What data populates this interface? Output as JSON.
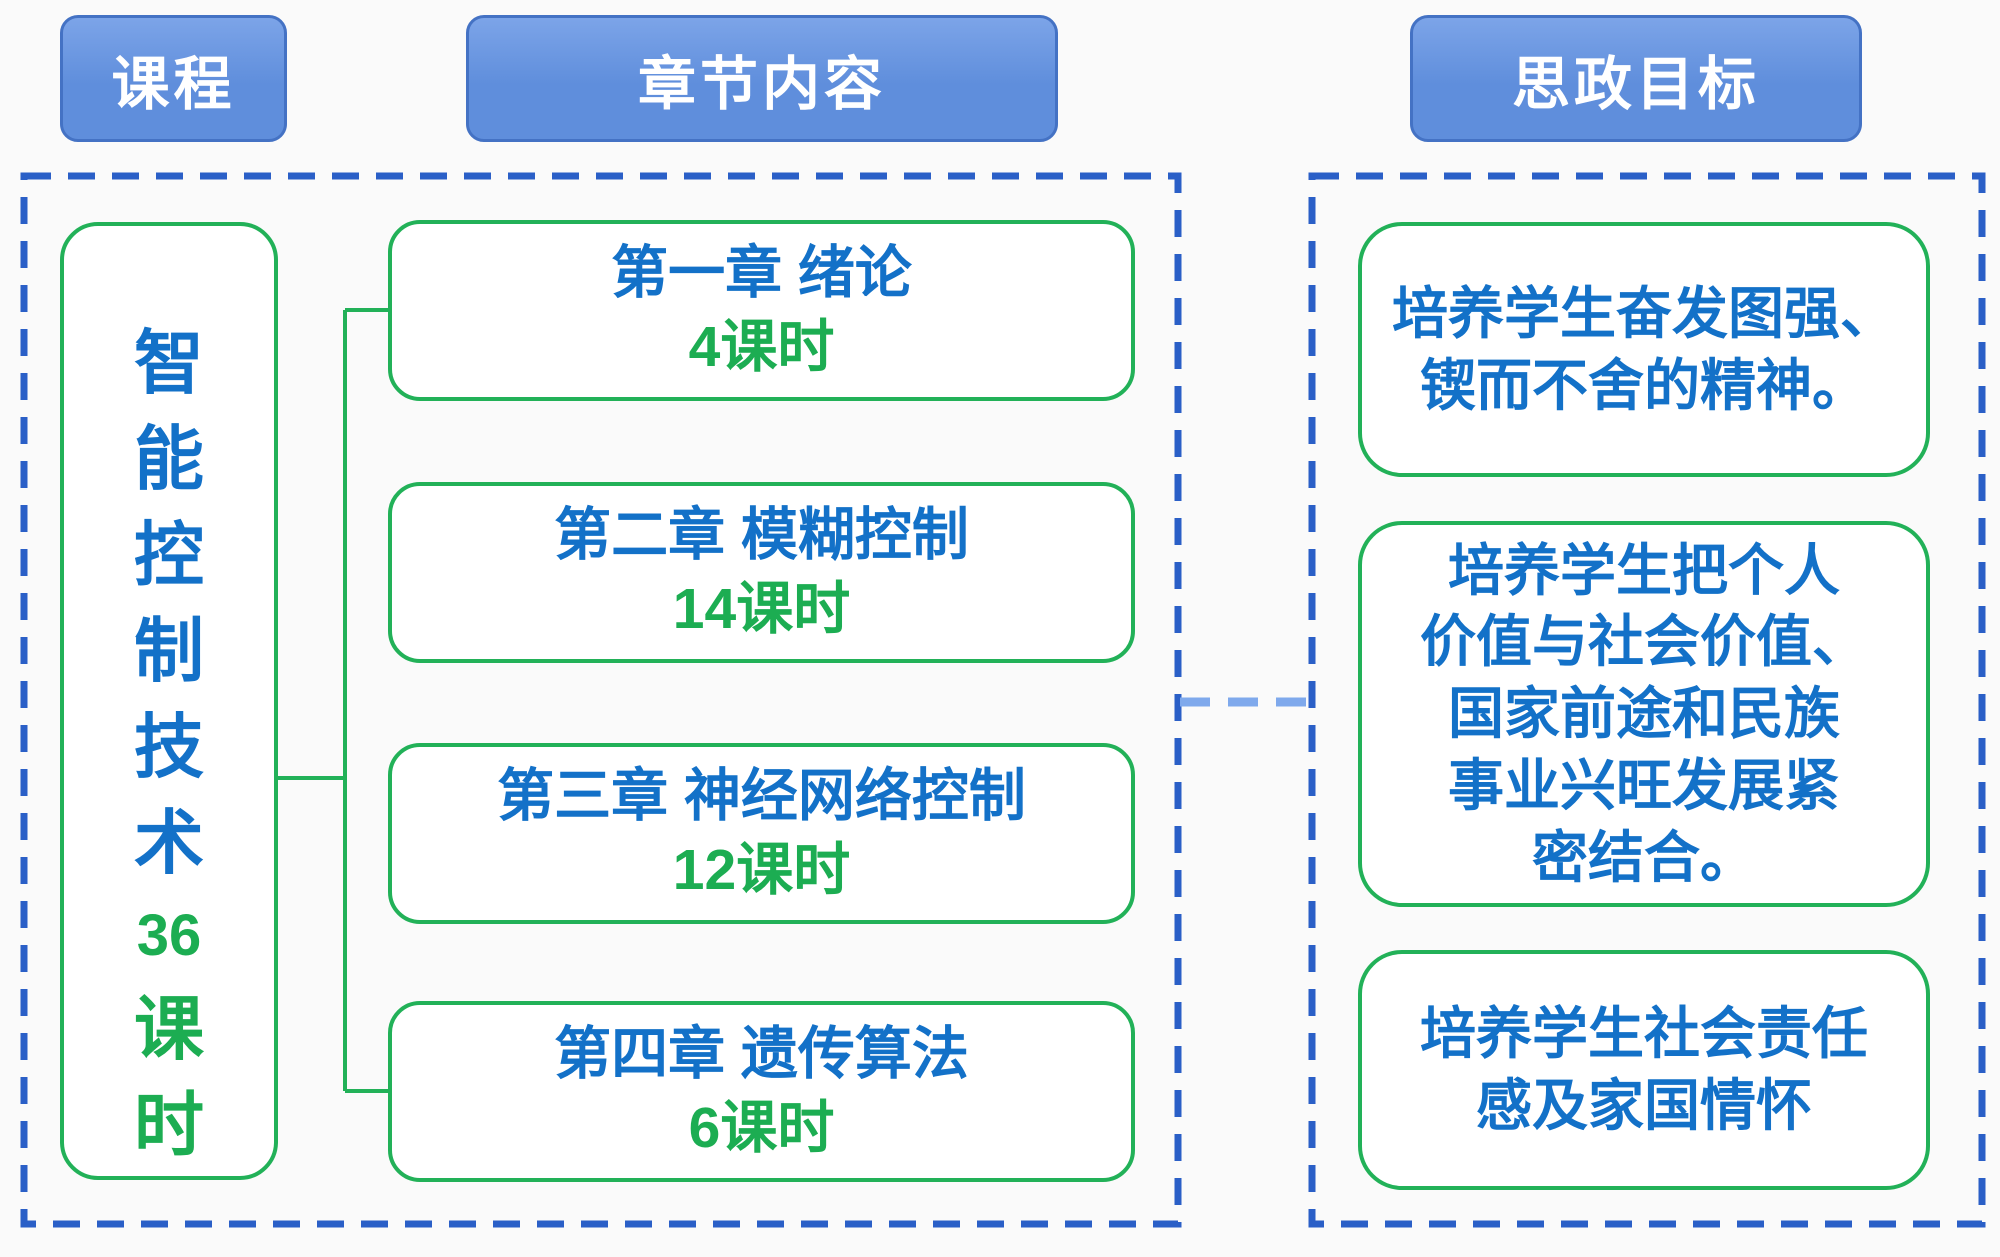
{
  "headers": [
    {
      "label": "课程"
    },
    {
      "label": "章节内容"
    },
    {
      "label": "思政目标"
    }
  ],
  "course": {
    "name_chars": [
      "智",
      "能",
      "控",
      "制",
      "技",
      "术"
    ],
    "total_hours": "36",
    "hours_unit_chars": [
      "课",
      "时"
    ]
  },
  "chapters": [
    {
      "title": "第一章 绪论",
      "hours": "4课时"
    },
    {
      "title": "第二章 模糊控制",
      "hours": "14课时"
    },
    {
      "title": "第三章 神经网络控制",
      "hours": "12课时"
    },
    {
      "title": "第四章 遗传算法",
      "hours": "6课时"
    }
  ],
  "goals": [
    {
      "lines": [
        "培养学生奋发图强、",
        "锲而不舍的精神。"
      ]
    },
    {
      "lines": [
        "培养学生把个人",
        "价值与社会价值、",
        "国家前途和民族",
        "事业兴旺发展紧",
        "密结合。"
      ]
    },
    {
      "lines": [
        "培养学生社会责任",
        "感及家国情怀"
      ]
    }
  ],
  "colors": {
    "header_fill": "#5F8EDC",
    "header_fill_top": "#7CA4E8",
    "header_border": "#4472C4",
    "header_text": "#FFFFFF",
    "dash_border": "#2A5FC7",
    "green": "#22B158",
    "green_text": "#1CAD52",
    "blue_text": "#1371C8",
    "light_dash": "#7FA9EC",
    "page_bg": "#FAFAFA"
  }
}
